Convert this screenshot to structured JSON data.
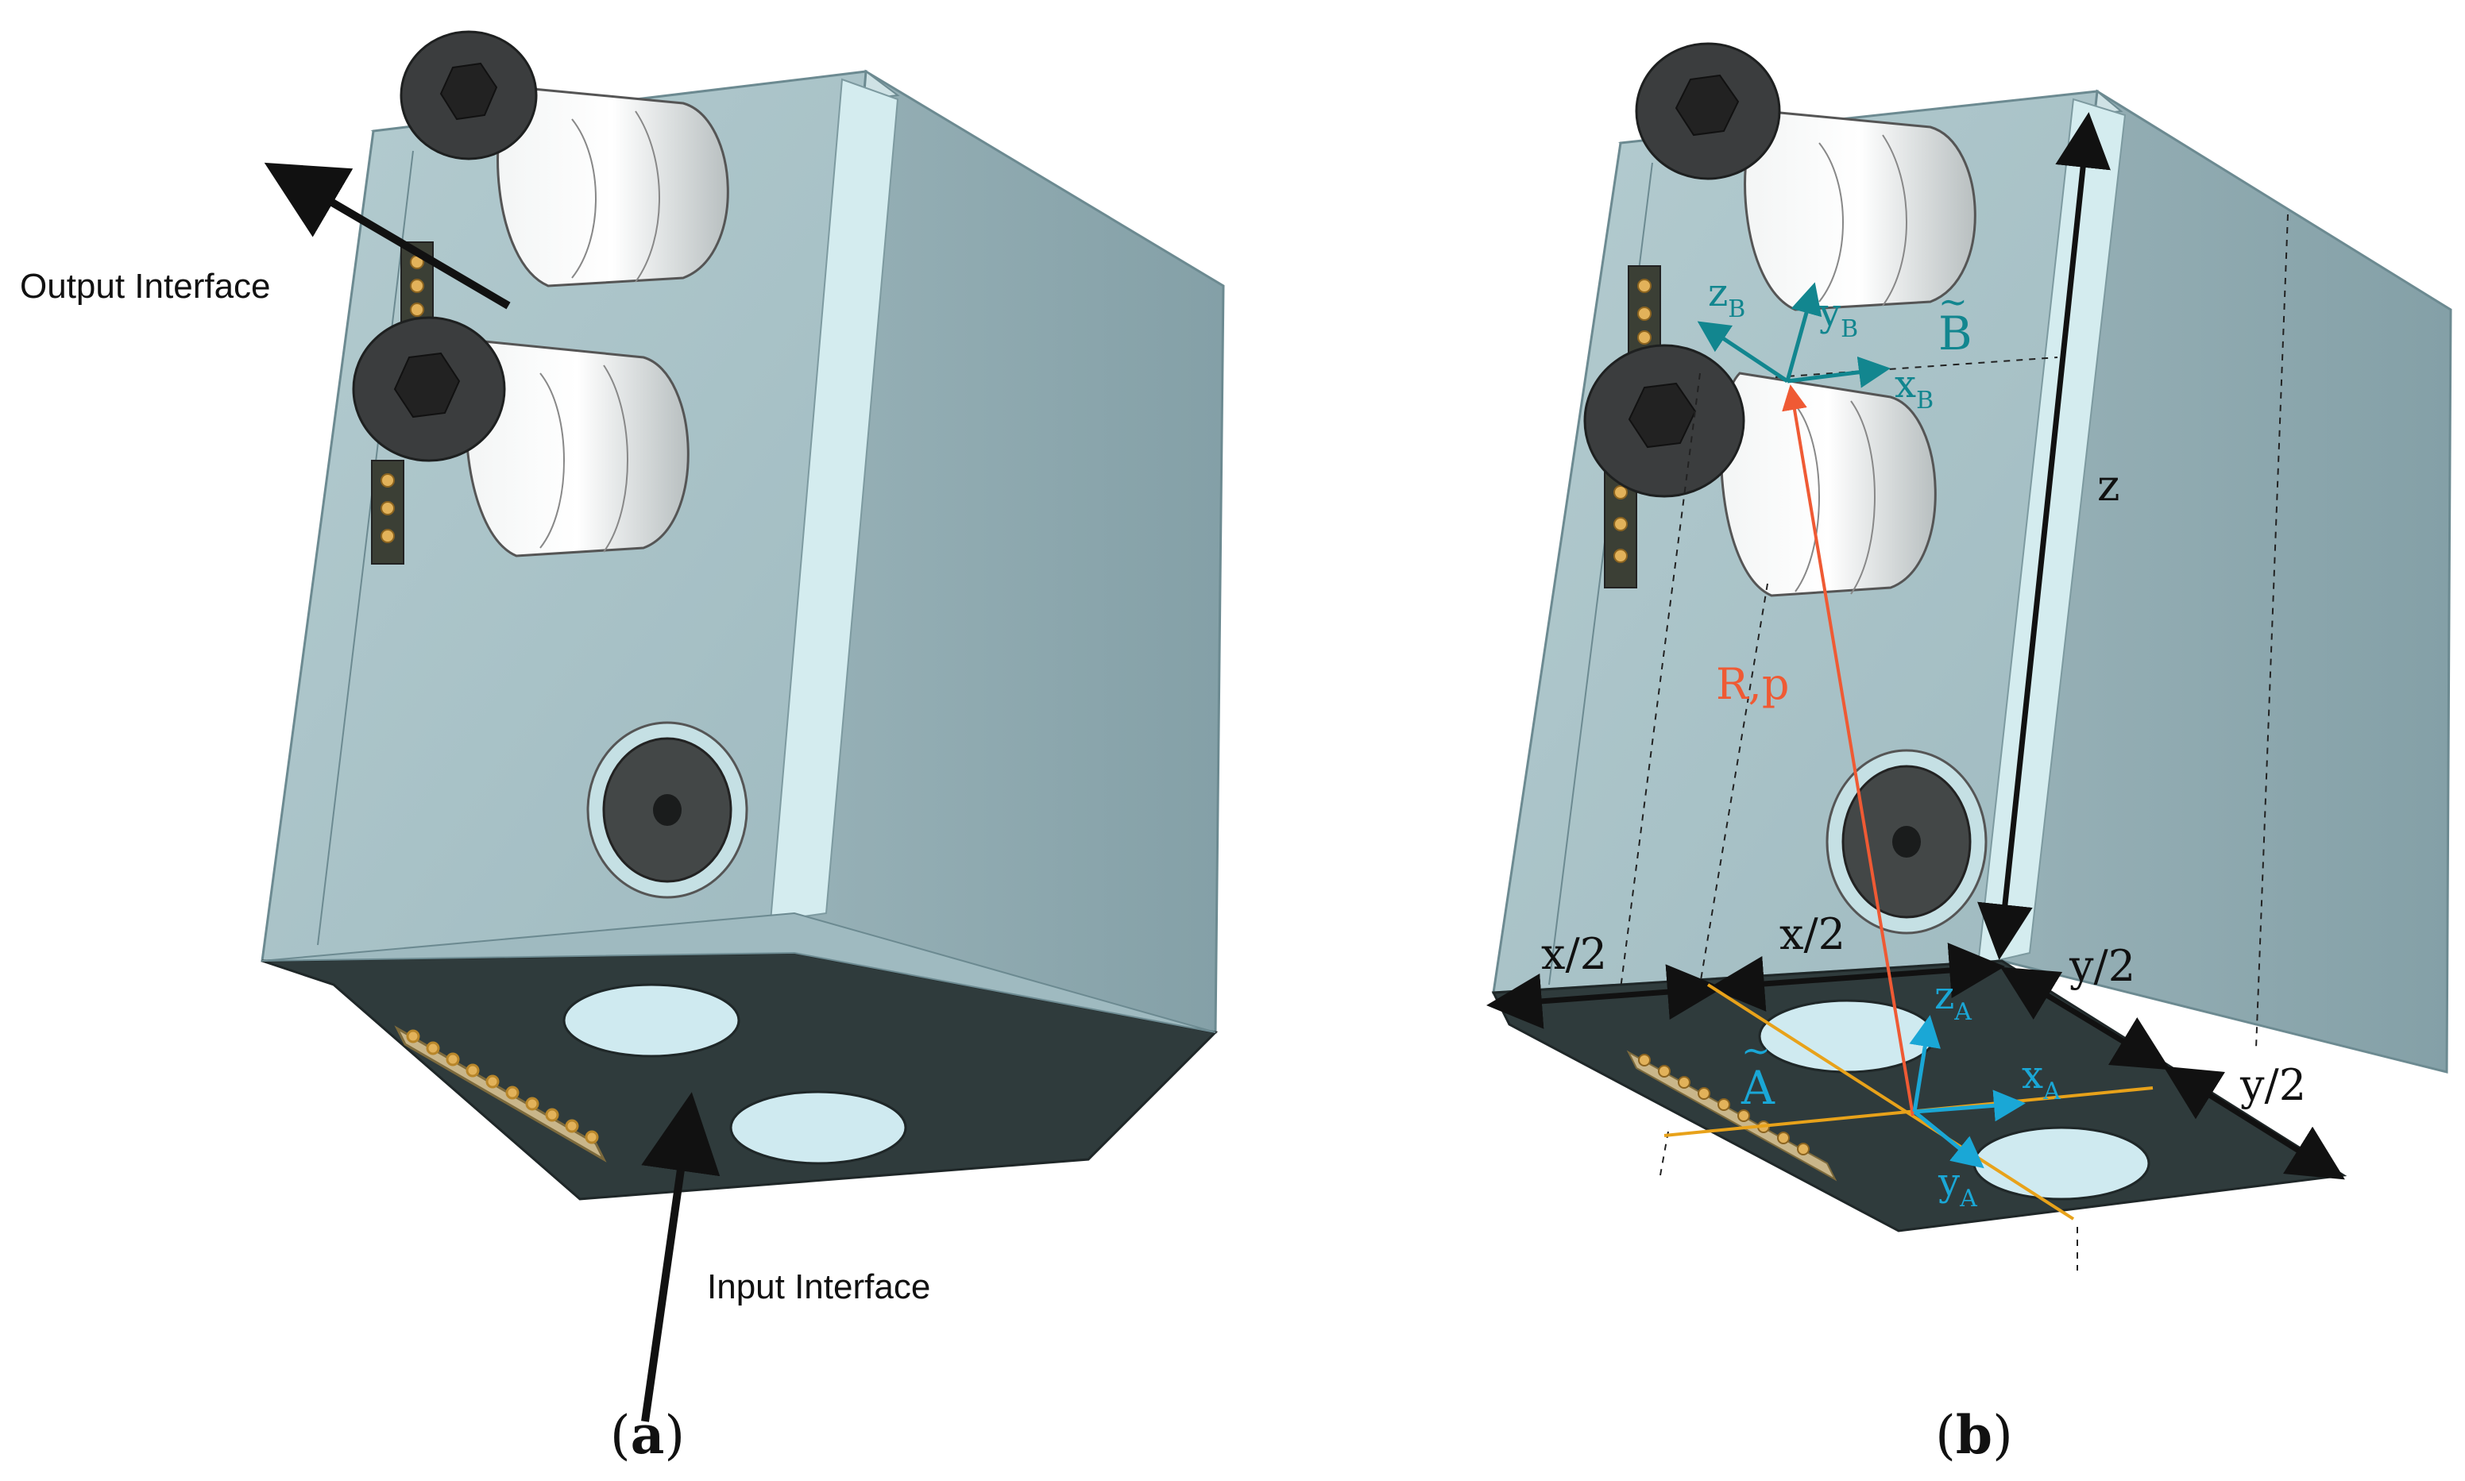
{
  "panel_a": {
    "caption_prefix": "(",
    "caption_letter": "a",
    "caption_suffix": ")",
    "output_label": "Output Interface",
    "input_label": "Input Interface"
  },
  "panel_b": {
    "caption_prefix": "(",
    "caption_letter": "b",
    "caption_suffix": ")",
    "frame_b_label": "B",
    "frame_a_label": "A",
    "dim_z": "z",
    "dim_x_half_left": "x/2",
    "dim_x_half_right": "x/2",
    "dim_y_half_top": "y/2",
    "dim_y_half_bottom": "y/2",
    "vector_label": "R,p",
    "axis_base_x": "x",
    "axis_base_y": "y",
    "axis_base_z": "z",
    "axis_sub_b": "B",
    "axis_sub_a": "A"
  },
  "colors": {
    "body_front": "#a9c3c8",
    "body_side": "#8fa9b0",
    "body_top": "#c4dadd",
    "bottom_face": "#2f3b3c",
    "frame_b": "#12868f",
    "frame_a": "#1aa7d6",
    "vector": "#ef5a34",
    "guide": "#e8a21a",
    "dimension": "#111111"
  }
}
